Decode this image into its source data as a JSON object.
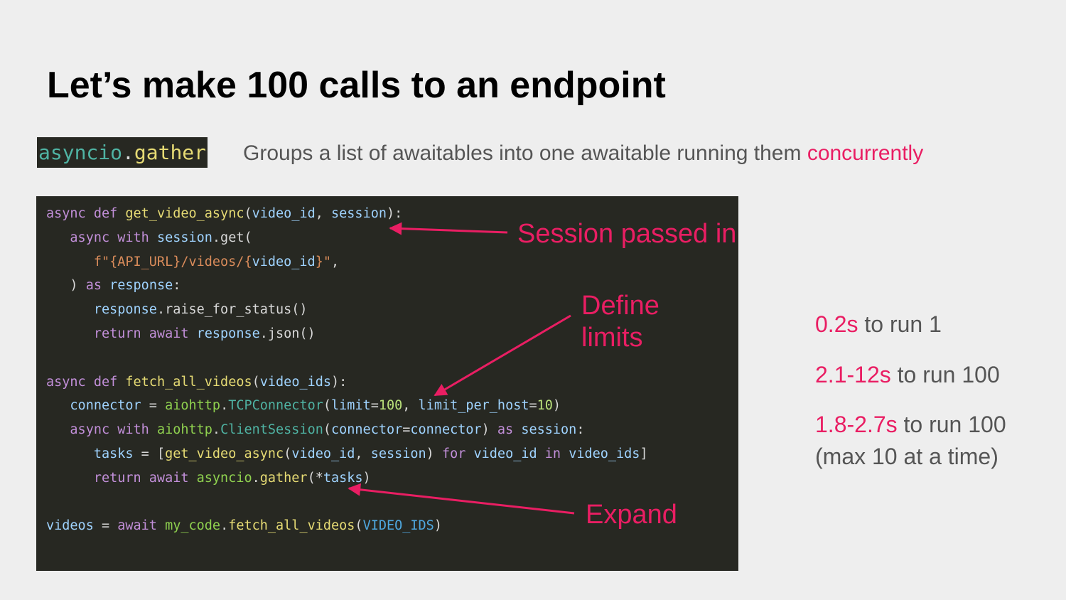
{
  "slide": {
    "title": "Let’s make 100 calls to an endpoint",
    "inline_code": {
      "module": "asyncio",
      "dot": ".",
      "func": "gather"
    },
    "subtitle": {
      "text": "Groups a list of awaitables into one awaitable running them ",
      "highlight": "concurrently"
    }
  },
  "code_lines": [
    [
      [
        "kw",
        "async"
      ],
      [
        "p",
        " "
      ],
      [
        "kw",
        "def"
      ],
      [
        "p",
        " "
      ],
      [
        "fn",
        "get_video_async"
      ],
      [
        "p",
        "("
      ],
      [
        "var",
        "video_id"
      ],
      [
        "p",
        ", "
      ],
      [
        "var",
        "session"
      ],
      [
        "p",
        "):"
      ]
    ],
    [
      [
        "p",
        "   "
      ],
      [
        "kw",
        "async with"
      ],
      [
        "p",
        " "
      ],
      [
        "var",
        "session"
      ],
      [
        "p",
        ".get("
      ]
    ],
    [
      [
        "p",
        "      "
      ],
      [
        "str",
        "f\"{API_URL}/videos/{"
      ],
      [
        "var",
        "video_id"
      ],
      [
        "str",
        "}\""
      ],
      [
        "p",
        ","
      ]
    ],
    [
      [
        "p",
        "   ) "
      ],
      [
        "kw",
        "as"
      ],
      [
        "p",
        " "
      ],
      [
        "var",
        "response"
      ],
      [
        "p",
        ":"
      ]
    ],
    [
      [
        "p",
        "      "
      ],
      [
        "var",
        "response"
      ],
      [
        "p",
        ".raise_for_status()"
      ]
    ],
    [
      [
        "p",
        "      "
      ],
      [
        "kw",
        "return await"
      ],
      [
        "p",
        " "
      ],
      [
        "var",
        "response"
      ],
      [
        "p",
        ".json()"
      ]
    ],
    [],
    [
      [
        "kw",
        "async"
      ],
      [
        "p",
        " "
      ],
      [
        "kw",
        "def"
      ],
      [
        "p",
        " "
      ],
      [
        "fn",
        "fetch_all_videos"
      ],
      [
        "p",
        "("
      ],
      [
        "var",
        "video_ids"
      ],
      [
        "p",
        "):"
      ]
    ],
    [
      [
        "p",
        "   "
      ],
      [
        "var",
        "connector"
      ],
      [
        "p",
        " = "
      ],
      [
        "mod",
        "aiohttp"
      ],
      [
        "p",
        "."
      ],
      [
        "cls",
        "TCPConnector"
      ],
      [
        "p",
        "("
      ],
      [
        "var",
        "limit"
      ],
      [
        "p",
        "="
      ],
      [
        "num",
        "100"
      ],
      [
        "p",
        ", "
      ],
      [
        "var",
        "limit_per_host"
      ],
      [
        "p",
        "="
      ],
      [
        "num",
        "10"
      ],
      [
        "p",
        ")"
      ]
    ],
    [
      [
        "p",
        "   "
      ],
      [
        "kw",
        "async with"
      ],
      [
        "p",
        " "
      ],
      [
        "mod",
        "aiohttp"
      ],
      [
        "p",
        "."
      ],
      [
        "cls",
        "ClientSession"
      ],
      [
        "p",
        "("
      ],
      [
        "var",
        "connector"
      ],
      [
        "p",
        "="
      ],
      [
        "var",
        "connector"
      ],
      [
        "p",
        ") "
      ],
      [
        "kw",
        "as"
      ],
      [
        "p",
        " "
      ],
      [
        "var",
        "session"
      ],
      [
        "p",
        ":"
      ]
    ],
    [
      [
        "p",
        "      "
      ],
      [
        "var",
        "tasks"
      ],
      [
        "p",
        " = ["
      ],
      [
        "fn",
        "get_video_async"
      ],
      [
        "p",
        "("
      ],
      [
        "var",
        "video_id"
      ],
      [
        "p",
        ", "
      ],
      [
        "var",
        "session"
      ],
      [
        "p",
        ") "
      ],
      [
        "kw",
        "for"
      ],
      [
        "p",
        " "
      ],
      [
        "var",
        "video_id"
      ],
      [
        "p",
        " "
      ],
      [
        "kw",
        "in"
      ],
      [
        "p",
        " "
      ],
      [
        "var",
        "video_ids"
      ],
      [
        "p",
        "]"
      ]
    ],
    [
      [
        "p",
        "      "
      ],
      [
        "kw",
        "return await"
      ],
      [
        "p",
        " "
      ],
      [
        "mod",
        "asyncio"
      ],
      [
        "p",
        "."
      ],
      [
        "fn",
        "gather"
      ],
      [
        "p",
        "(*"
      ],
      [
        "var",
        "tasks"
      ],
      [
        "p",
        ")"
      ]
    ],
    [],
    [
      [
        "var",
        "videos"
      ],
      [
        "p",
        " = "
      ],
      [
        "kw",
        "await"
      ],
      [
        "p",
        " "
      ],
      [
        "mod",
        "my_code"
      ],
      [
        "p",
        "."
      ],
      [
        "fn",
        "fetch_all_videos"
      ],
      [
        "p",
        "("
      ],
      [
        "const",
        "VIDEO_IDS"
      ],
      [
        "p",
        ")"
      ]
    ]
  ],
  "annotations": {
    "session": "Session passed in",
    "limits_line1": "Define",
    "limits_line2": "limits",
    "expand": "Expand"
  },
  "stats": [
    {
      "value": "0.2s",
      "rest": " to run 1"
    },
    {
      "value": "2.1-12s",
      "rest": " to run 100"
    },
    {
      "value": "1.8-2.7s",
      "rest": " to run 100"
    }
  ],
  "stats_note": "(max 10 at a time)",
  "colors": {
    "accent": "#e91e63",
    "code_bg": "#272822",
    "slide_bg": "#eeeeee"
  }
}
